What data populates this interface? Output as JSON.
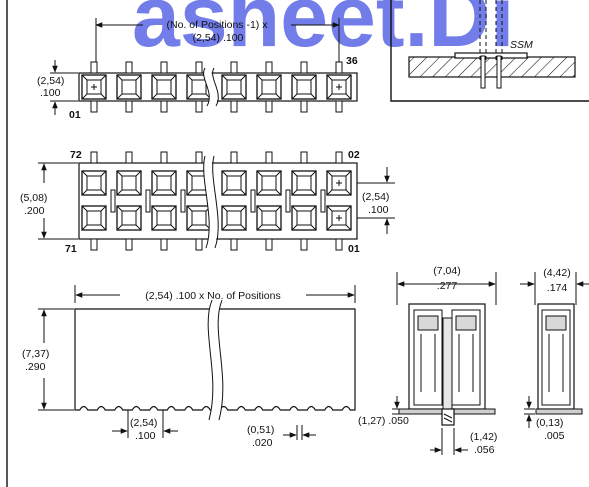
{
  "watermark": "asheet.Di",
  "top_view_single": {
    "dim_pitch_line1": "(No. of Positions -1) x",
    "dim_pitch_line2": "(2,54) .100",
    "height_mm": "(2,54)",
    "height_in": ".100",
    "pin_last": "36",
    "pin_first": "01"
  },
  "top_view_double": {
    "pin_top_left": "72",
    "pin_top_right": "02",
    "pin_bottom_left": "71",
    "pin_bottom_right": "01",
    "width_mm": "(5,08)",
    "width_in": ".200",
    "row_pitch_mm": "(2,54)",
    "row_pitch_in": ".100"
  },
  "inset": {
    "label": "SSM"
  },
  "side_view": {
    "length_label": "(2,54) .100 x No. of Positions",
    "height_mm": "(7,37)",
    "height_in": ".290",
    "pitch_mm": "(2,54)",
    "pitch_in": ".100",
    "notch_mm": "(0,51)",
    "notch_in": ".020"
  },
  "section_double": {
    "width_mm": "(7,04)",
    "width_in": ".277",
    "standoff_label": "(1,27) .050",
    "tail_mm": "(1,42)",
    "tail_in": ".056"
  },
  "section_single": {
    "width_mm": "(4,42)",
    "width_in": ".174",
    "gap_mm": "(0,13)",
    "gap_in": ".005"
  }
}
